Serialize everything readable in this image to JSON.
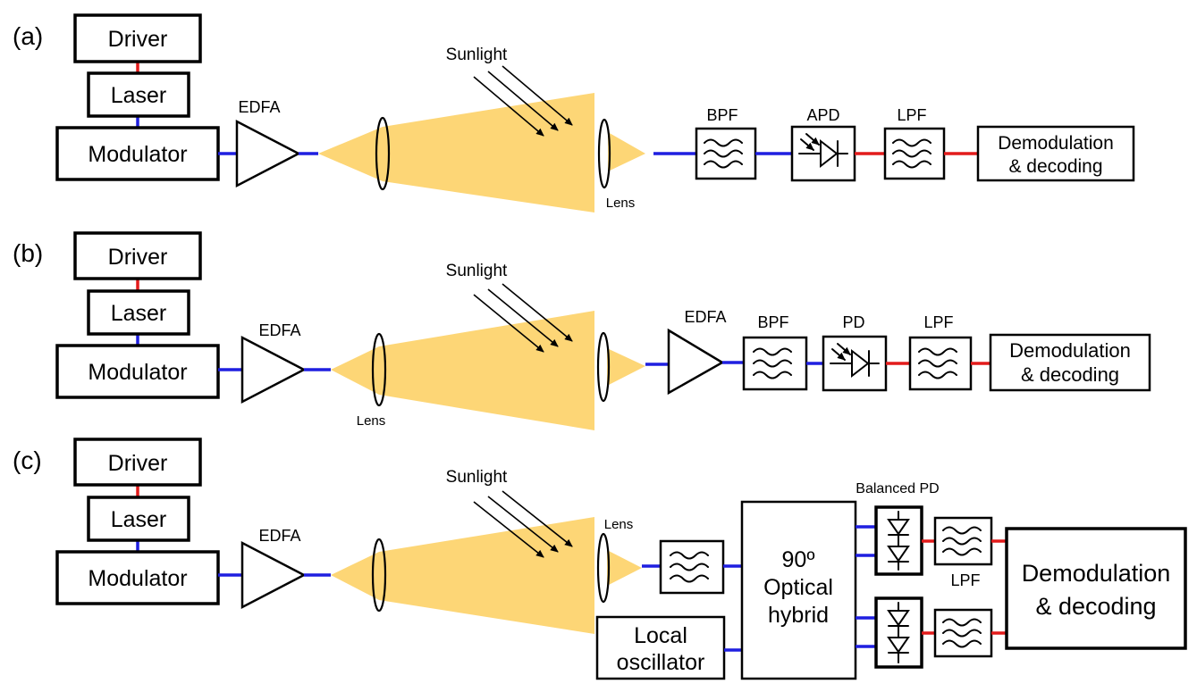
{
  "panels": [
    {
      "id": "a",
      "label": "(a)",
      "driver": "Driver",
      "laser": "Laser",
      "modulator": "Modulator",
      "edfa": "EDFA",
      "sunlight": "Sunlight",
      "lens": "Lens",
      "bpf": "BPF",
      "detector": "APD",
      "lpf": "LPF",
      "demod": [
        "Demodulation",
        "& decoding"
      ]
    },
    {
      "id": "b",
      "label": "(b)",
      "driver": "Driver",
      "laser": "Laser",
      "modulator": "Modulator",
      "edfa": "EDFA",
      "sunlight": "Sunlight",
      "lens": "Lens",
      "rx_edfa": "EDFA",
      "bpf": "BPF",
      "detector": "PD",
      "lpf": "LPF",
      "demod": [
        "Demodulation",
        "& decoding"
      ]
    },
    {
      "id": "c",
      "label": "(c)",
      "driver": "Driver",
      "laser": "Laser",
      "modulator": "Modulator",
      "edfa": "EDFA",
      "sunlight": "Sunlight",
      "lens": "Lens",
      "hybrid": [
        "90º",
        "Optical",
        "hybrid"
      ],
      "local_oscillator": [
        "Local",
        "oscillator"
      ],
      "balanced_pd": "Balanced  PD",
      "lpf": "LPF",
      "demod": [
        "Demodulation",
        "& decoding"
      ]
    }
  ],
  "colors": {
    "optical_link": "#1f1fe0",
    "electrical_link": "#e21b1b",
    "beam": "#fdd676"
  },
  "icons": [
    "filter-wave-icon",
    "photodiode-icon",
    "avalanche-photodiode-icon",
    "amplifier-triangle-icon",
    "lens-icon",
    "sunlight-ray-icon"
  ]
}
